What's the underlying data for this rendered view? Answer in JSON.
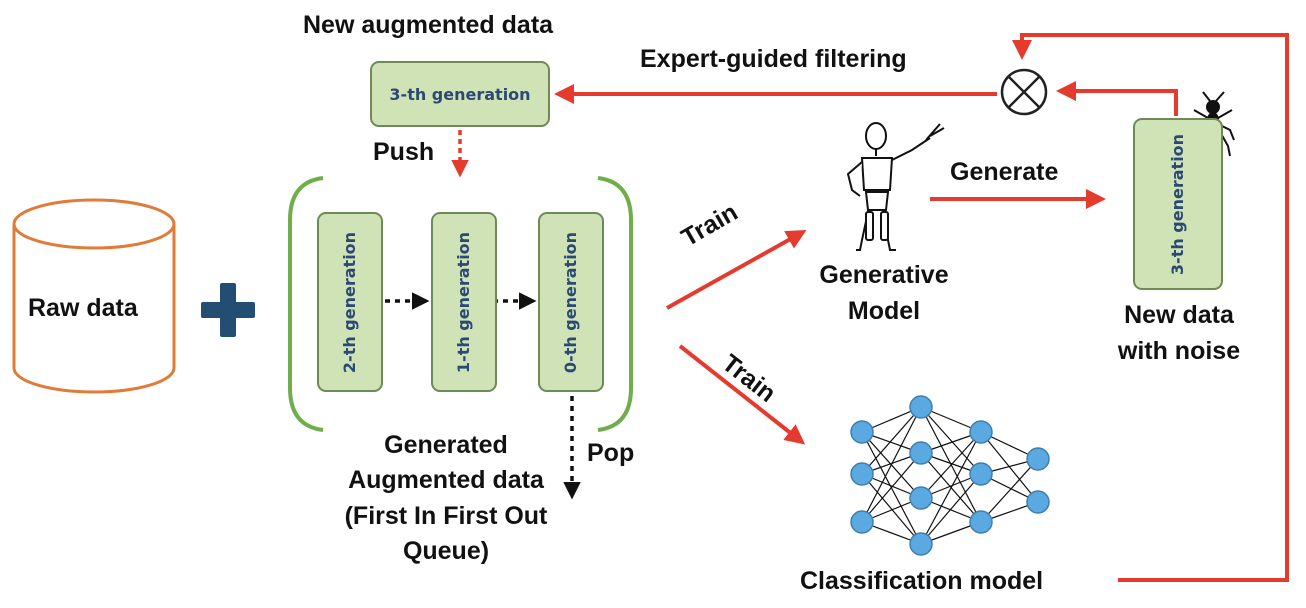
{
  "labels": {
    "new_augmented_data": "New augmented data",
    "expert_filtering": "Expert-guided filtering",
    "push": "Push",
    "generate": "Generate",
    "raw_data": "Raw data",
    "train_upper": "Train",
    "train_lower": "Train",
    "generative_model_line1": "Generative",
    "generative_model_line2": "Model",
    "new_data_line1": "New data",
    "new_data_line2": "with noise",
    "pop": "Pop",
    "generated_line1": "Generated",
    "generated_line2": "Augmented data",
    "generated_line3": "(First In First Out",
    "generated_line4": "Queue)",
    "classification_model": "Classification model"
  },
  "generations": {
    "top": "3-th generation",
    "queue": [
      "2-th generation",
      "1-th generation",
      "0-th generation"
    ],
    "noisy": "3-th generation"
  },
  "colors": {
    "red_arrow": "#e53a2e",
    "green_box_fill": "#cfe3b7",
    "green_box_border": "#6e8a57",
    "bracket_green": "#6fae4a",
    "cylinder_orange": "#e07b39",
    "plus_blue": "#234e73",
    "node_blue": "#5aa9e0",
    "gen_text_blue": "#2b4a73"
  },
  "icons": {
    "operator": "circle-times-icon",
    "mannequin": "wooden-mannequin-icon",
    "ant": "ant-icon",
    "network": "neural-network-icon"
  }
}
